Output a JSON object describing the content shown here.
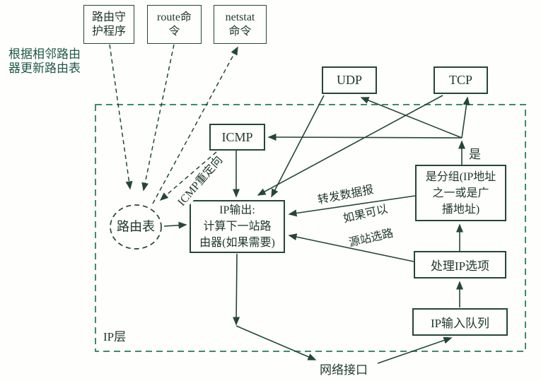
{
  "title": "IP layer routing diagram",
  "colors": {
    "line": "#24463b",
    "text": "#1e372e",
    "green": "#21594a",
    "dash": "#3e8976"
  },
  "nodes": {
    "routing_daemon": {
      "label": "路由守\n护程序"
    },
    "route_cmd": {
      "label": "route命\n令"
    },
    "netstat_cmd": {
      "label": "netstat\n命令"
    },
    "udp": {
      "label": "UDP"
    },
    "tcp": {
      "label": "TCP"
    },
    "icmp": {
      "label": "ICMP"
    },
    "routing_table": {
      "label": "路由表"
    },
    "ip_output": {
      "label": "IP输出:\n计算下一站路\n由器(如果需要)"
    },
    "is_packet_addr": {
      "label": "是分组(IP地址\n之一或是广\n播地址)"
    },
    "process_ip_options": {
      "label": "处理IP选项"
    },
    "ip_input_queue": {
      "label": "IP输入队列"
    },
    "network_interface": {
      "label": "网络接口"
    }
  },
  "labels": {
    "update_note": "根据相邻路由\n器更新路由表",
    "icmp_redirect": "ICMP重定向",
    "forward_datagram": "转发数据报",
    "if_possible": "如果可以",
    "source_routing": "源站选路",
    "yes": "是",
    "ip_layer": "IP层"
  }
}
